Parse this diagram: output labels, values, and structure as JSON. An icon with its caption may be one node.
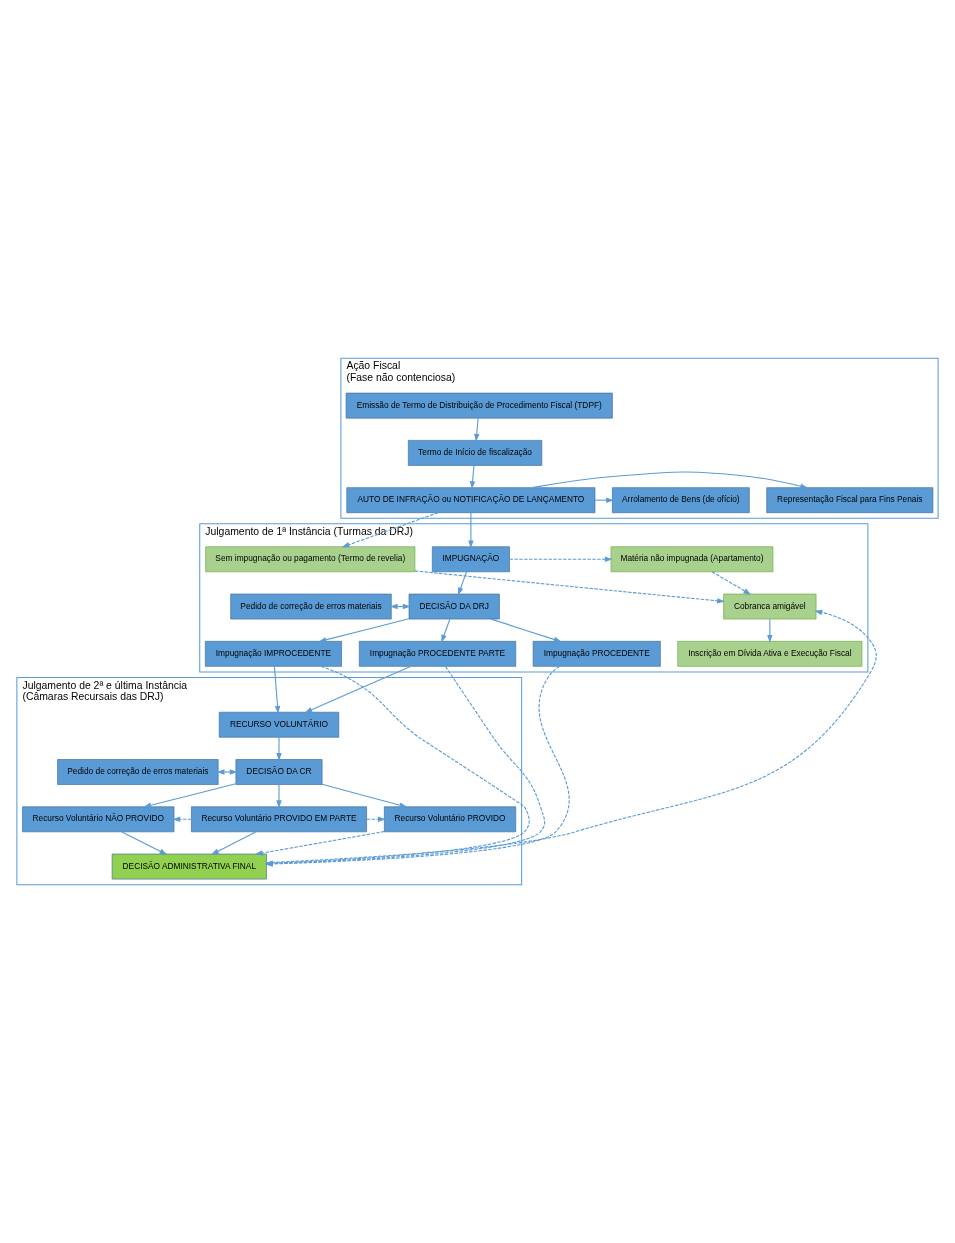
{
  "diagram": {
    "nodes": [
      {
        "text": [
          "Ação Fiscal",
          "(Fase não contenciosa)"
        ]
      },
      {
        "text": [
          "Emissão de Termo de Distribuição de Procedimento Fiscal (TDPF)"
        ],
        "in": 0
      },
      {
        "text": [
          "Termo de Início de fiscalização"
        ],
        "in": 0
      },
      {
        "text": [
          "Representação Fiscal para Fins Penais"
        ],
        "in": 0
      },
      {
        "text": [
          "AUTO DE INFRAÇÃO ou NOTIFICAÇÃO DE LANÇAMENTO"
        ],
        "in": 0
      },
      {
        "text": [
          "Arrolamento de Bens (de ofício)"
        ],
        "in": 0
      },
      {
        "text": [
          "Julgamento de 1ª Instância (Turmas da DRJ)"
        ]
      },
      {
        "text": [
          "Matéria não impugnada (Apartamento)"
        ],
        "in": 6
      },
      {
        "text": [
          "IMPUGNAÇÃO"
        ],
        "in": 6
      },
      {
        "text": [
          "Sem impugnação ou pagamento (Termo de revelia)"
        ],
        "in": 6
      },
      {
        "text": [
          "Pedido de correção de erros materiais"
        ],
        "in": 6
      },
      {
        "text": [
          "DECISÃO DA DRJ"
        ],
        "in": 6
      },
      {
        "text": [
          "Cobranca amigável"
        ],
        "in": 6
      },
      {
        "text": [
          "Inscrição em Dívida Ativa e Execução Fiscal"
        ],
        "in": 6
      },
      {
        "text": [
          "Impugnação IMPROCEDENTE"
        ],
        "in": 6
      },
      {
        "text": [
          "Impugnação PROCEDENTE PARTE"
        ],
        "in": 6
      },
      {
        "text": [
          "Impugnação PROCEDENTE"
        ],
        "in": 6
      },
      {
        "text": [
          "Julgamento de 2ª e última Instância",
          "(Câmaras Recursais das DRJ)"
        ]
      },
      {
        "text": [
          "RECURSO VOLUNTÁRIO"
        ],
        "in": 17
      },
      {
        "text": [
          "Pedido de correção de erros materiais"
        ],
        "in": 17
      },
      {
        "text": [
          "DECISÃO DA CR"
        ],
        "in": 17
      },
      {
        "text": [
          "Recurso Voluntário NÃO PROVIDO"
        ],
        "in": 17
      },
      {
        "text": [
          "Recurso Voluntário PROVIDO EM PARTE"
        ],
        "in": 17
      },
      {
        "text": [
          "Recurso Voluntário PROVIDO"
        ],
        "in": 17
      },
      {
        "text": [
          "DECISÃO ADMINISTRATIVA FINAL"
        ],
        "in": 17
      }
    ],
    "edges": [
      {
        "from": 1,
        "to": 2,
        "arrow": "to"
      },
      {
        "from": 2,
        "to": 4,
        "arrow": "to"
      },
      {
        "from": 4,
        "to": 3,
        "arrow": "to"
      },
      {
        "from": 4,
        "to": 5,
        "arrow": "to"
      },
      {
        "from": 4,
        "to": 8,
        "arrow": "to"
      },
      {
        "from": 4,
        "to": 9,
        "arrow": "to",
        "style": "dashed"
      },
      {
        "from": 8,
        "to": 7,
        "arrow": "to",
        "style": "dashed"
      },
      {
        "from": 7,
        "to": 12,
        "arrow": "to",
        "style": "dashed"
      },
      {
        "from": 9,
        "to": 12,
        "arrow": "to",
        "style": "dashed"
      },
      {
        "from": 12,
        "to": 13,
        "arrow": "to"
      },
      {
        "from": 8,
        "to": 11,
        "arrow": "to"
      },
      {
        "from": 10,
        "to": 11,
        "arrow": "both"
      },
      {
        "from": 11,
        "to": 14,
        "arrow": "to"
      },
      {
        "from": 11,
        "to": 15,
        "arrow": "to"
      },
      {
        "from": 11,
        "to": 16,
        "arrow": "to"
      },
      {
        "from": 14,
        "to": 18,
        "arrow": "to"
      },
      {
        "from": 15,
        "to": 18,
        "arrow": "to"
      },
      {
        "from": 14,
        "to": 24,
        "arrow": "to",
        "style": "dashed"
      },
      {
        "from": 15,
        "to": 24,
        "arrow": "to",
        "style": "dashed"
      },
      {
        "from": 16,
        "to": 24,
        "arrow": "to",
        "style": "dashed"
      },
      {
        "from": 18,
        "to": 20,
        "arrow": "to"
      },
      {
        "from": 19,
        "to": 20,
        "arrow": "both"
      },
      {
        "from": 20,
        "to": 21,
        "arrow": "to"
      },
      {
        "from": 20,
        "to": 22,
        "arrow": "to"
      },
      {
        "from": 20,
        "to": 23,
        "arrow": "to"
      },
      {
        "from": 22,
        "to": 21,
        "arrow": "to",
        "style": "dashed"
      },
      {
        "from": 22,
        "to": 23,
        "arrow": "to",
        "style": "dashed"
      },
      {
        "from": 21,
        "to": 24,
        "arrow": "to"
      },
      {
        "from": 22,
        "to": 24,
        "arrow": "to"
      },
      {
        "from": 23,
        "to": 24,
        "arrow": "to",
        "style": "dashed"
      },
      {
        "from": 24,
        "to": 12,
        "arrow": "to",
        "style": "dashed"
      }
    ]
  }
}
